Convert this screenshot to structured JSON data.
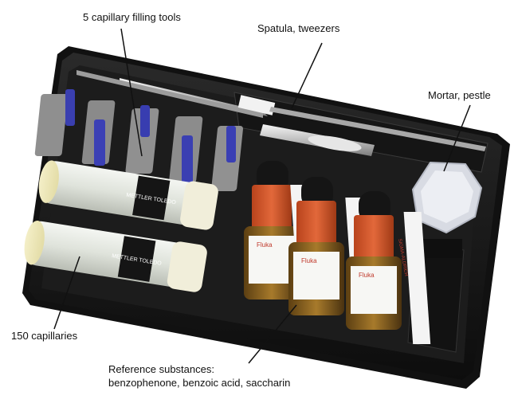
{
  "callouts": {
    "capillary_tools": "5 capillary filling tools",
    "spatula_tweezers": "Spatula, tweezers",
    "mortar_pestle": "Mortar, pestle",
    "capillaries": "150 capillaries",
    "reference_line1": "Reference substances:",
    "reference_line2": "benzophenone, benzoic acid, saccharin"
  },
  "product_text": {
    "tube_brand": "METTLER TOLEDO",
    "vial_brand": "Fluka",
    "box_brand": "SIGMA-ALDRICH"
  }
}
